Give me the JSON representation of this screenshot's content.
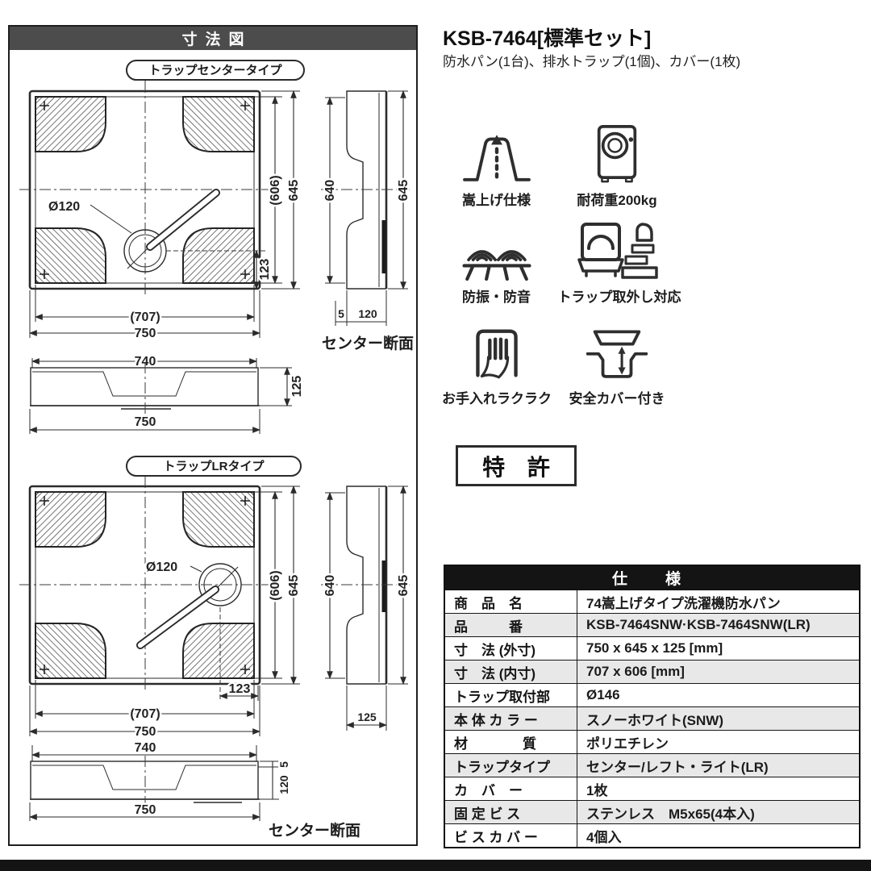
{
  "dimension_panel": {
    "title": "寸法図",
    "center_section_label": "センター断面",
    "diagrams": {
      "center": {
        "type_label": "トラップセンタータイプ",
        "hole": "Ø120",
        "inner_w": "(707)",
        "outer_w": "750",
        "inner_d": "(606)",
        "outer_d": "645",
        "trap_offset": "123",
        "side_inner": "640",
        "side_outer": "645",
        "side_rim": "5",
        "side_depth": "120",
        "front_top": "740",
        "front_h": "125",
        "front_bottom": "750"
      },
      "lr": {
        "type_label": "トラップLRタイプ",
        "hole": "Ø120",
        "inner_w": "(707)",
        "outer_w": "750",
        "inner_d": "(606)",
        "outer_d": "645",
        "trap_offset": "123",
        "side_inner": "640",
        "side_outer": "645",
        "side_h": "125",
        "front_top": "740",
        "front_rim": "5",
        "front_depth": "120",
        "front_bottom": "750"
      }
    }
  },
  "product": {
    "title": "KSB-7464[標準セット]",
    "includes": "防水パン(1台)、排水トラップ(1個)、カバー(1枚)"
  },
  "features": [
    {
      "icon": "riser-icon",
      "label": "嵩上げ仕様"
    },
    {
      "icon": "washing-machine-icon",
      "label": "耐荷重200kg"
    },
    {
      "icon": "vibration-damping-icon",
      "label": "防振・防音"
    },
    {
      "icon": "trap-removal-icon",
      "label": "トラップ取外し対応"
    },
    {
      "icon": "easy-clean-hand-icon",
      "label": "お手入れラクラク"
    },
    {
      "icon": "safety-cover-icon",
      "label": "安全カバー付き"
    }
  ],
  "patent": {
    "label": "特 許"
  },
  "spec_table": {
    "title": "仕　様",
    "rows": [
      {
        "label": "商　品　名",
        "value": "74嵩上げタイプ洗濯機防水パン"
      },
      {
        "label": "品　　　番",
        "value": "KSB-7464SNW·KSB-7464SNW(LR)"
      },
      {
        "label": "寸　法 (外寸)",
        "value": "750 x 645 x 125 [mm]"
      },
      {
        "label": "寸　法 (内寸)",
        "value": "707 x 606 [mm]"
      },
      {
        "label": "トラップ取付部",
        "value": "Ø146"
      },
      {
        "label": "本 体 カ ラ ー",
        "value": "スノーホワイト(SNW)"
      },
      {
        "label": "材　　　　質",
        "value": "ポリエチレン"
      },
      {
        "label": "トラップタイプ",
        "value": "センター/レフト・ライト(LR)"
      },
      {
        "label": "カ　バ　ー",
        "value": "1枚"
      },
      {
        "label": "固 定 ビ ス",
        "value": "ステンレス　M5x65(4本入)"
      },
      {
        "label": "ビ ス カ バ ー",
        "value": "4個入"
      }
    ]
  },
  "colors": {
    "panel_header_bg": "#4c4c4c",
    "table_header_bg": "#141414",
    "row_alt_bg": "#e8e8e8",
    "line": "#2b2b2b",
    "bottom_bar_bg": "#141414"
  }
}
